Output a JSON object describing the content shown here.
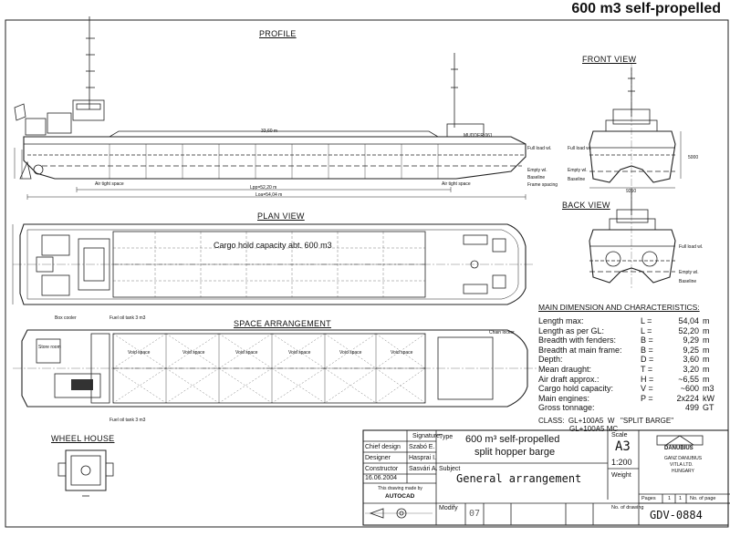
{
  "title": "600 m3 self-propelled",
  "views": {
    "profile": "PROFILE",
    "front": "FRONT VIEW",
    "back": "BACK VIEW",
    "plan": "PLAN VIEW",
    "space": "SPACE ARRANGEMENT",
    "wheelhouse": "WHEEL HOUSE"
  },
  "annotations": {
    "cargo_hold": "Cargo hold capacity abt. 600 m3",
    "dim_3360": "33,60 m",
    "dim_lpp": "Lpp=52,20  m",
    "dim_loa": "Loa=54,04  m",
    "air_tight_front": "Air tight space",
    "air_tight_rear": "Air tight space",
    "full_load": "Full load wl.",
    "empty_wl": "Empty wl.",
    "baseline": "Baseline",
    "frame_spacing": "Frame spacing",
    "ship_name": "MUDDER 061",
    "box_cooler": "Box cooler",
    "store_room": "Store room",
    "fuel_tank_top": "Fuel oil tank 3 m3",
    "fuel_tank_bot": "Fuel oil tank 3 m3",
    "chain_locker": "Chain locker",
    "void_space": "Void space",
    "dim_9250": "9250",
    "dim_5000": "5000"
  },
  "characteristics": {
    "heading": "MAIN DIMENSION AND CHARACTERISTICS:",
    "rows": [
      {
        "name": "Length max:",
        "sym": "L =",
        "val": "54,04",
        "unit": "m"
      },
      {
        "name": "Length as per GL:",
        "sym": "L =",
        "val": "52,20",
        "unit": "m"
      },
      {
        "name": "Breadth with fenders:",
        "sym": "B =",
        "val": "9,29",
        "unit": "m"
      },
      {
        "name": "Breadth at main frame:",
        "sym": "B =",
        "val": "9,25",
        "unit": "m"
      },
      {
        "name": "Depth:",
        "sym": "D =",
        "val": "3,60",
        "unit": "m"
      },
      {
        "name": "Mean draught:",
        "sym": "T =",
        "val": "3,20",
        "unit": "m"
      },
      {
        "name": "Air draft approx.:",
        "sym": "H =",
        "val": "~6,55",
        "unit": "m"
      },
      {
        "name": "Cargo hold capacity:",
        "sym": "V =",
        "val": "~600",
        "unit": "m3"
      },
      {
        "name": "Main engines:",
        "sym": "P =",
        "val": "2x224",
        "unit": "kW"
      },
      {
        "name": "Gross tonnage:",
        "sym": "",
        "val": "499",
        "unit": "GT"
      }
    ],
    "class_line1": "CLASS:  GL+100A5  W   \"SPLIT BARGE\"",
    "class_line2": "GL+100A5  MC"
  },
  "title_block": {
    "signature_hdr": "Signature",
    "chief_design": "Chief design",
    "chief_design_name": "Szabó  E.",
    "designer": "Designer",
    "designer_name": "Hasprai  I.",
    "constructor": "Constructor",
    "constructor_name": "Sasvári  A.",
    "date": "16.06.2004",
    "made_by": "This drawing made by",
    "software": "AUTOCAD",
    "type_lbl": "Type",
    "type_line1": "600 m³ self-propelled",
    "type_line2": "split hopper barge",
    "subject_lbl": "Subject",
    "subject": "General arrangement",
    "scale_lbl": "Scale",
    "sheet": "A3",
    "scale": "1:200",
    "weight_lbl": "Weight",
    "company1": "DANUBIUS",
    "company2": "GANZ DANUBIUS",
    "company3": "VITLA LTD.",
    "company4": "HUNGARY",
    "pages_lbl": "Pages",
    "pages_val": "1",
    "page_no": "1",
    "no_of_page": "No. of page",
    "modify_lbl": "Modify",
    "modify_val": "07",
    "drawing_no_lbl": "No. of drawing",
    "drawing_no": "GDV-0884"
  }
}
